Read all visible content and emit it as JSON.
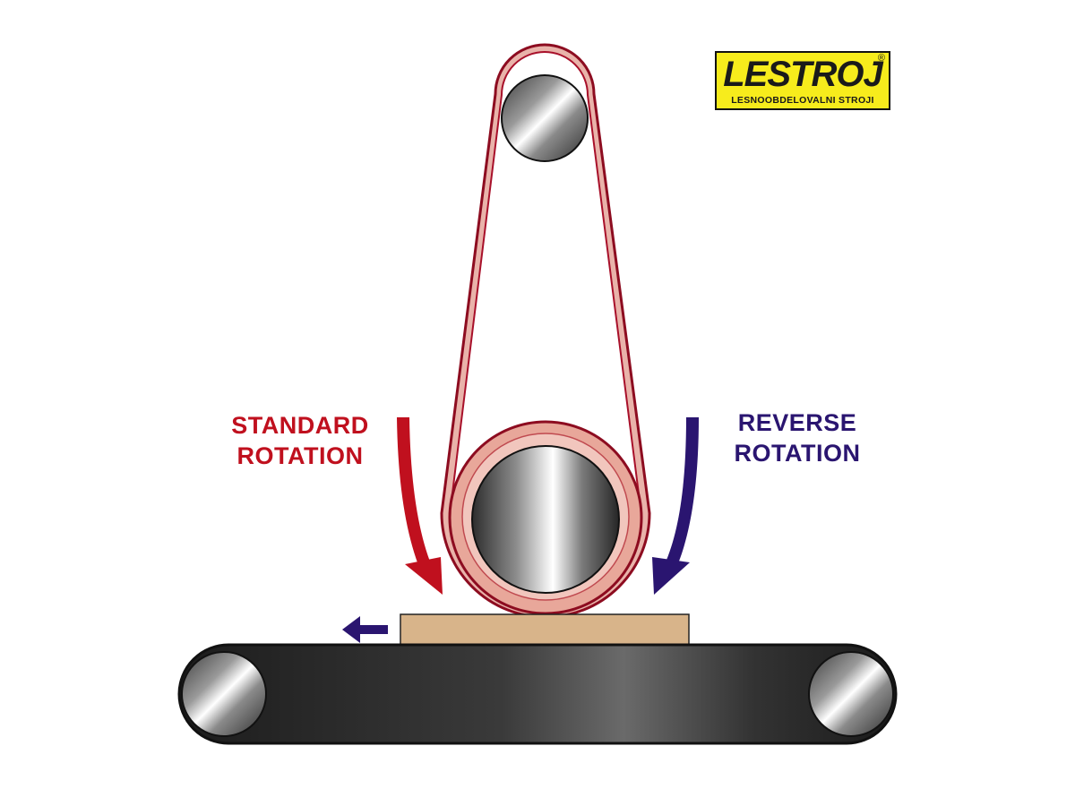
{
  "labels": {
    "standard": [
      "STANDARD",
      "ROTATION"
    ],
    "reverse": [
      "REVERSE",
      "ROTATION"
    ]
  },
  "logo": {
    "brand": "LESTROJ",
    "registered": "®",
    "tagline": "LESNOOBDELOVALNI STROJI",
    "background": "#f7ec1c"
  },
  "colors": {
    "standard": "#c0101e",
    "reverse": "#2a1570",
    "belt": "#a8102a",
    "contact_ring": "#e8a79a",
    "workpiece": "#d8b48a",
    "conveyor": "#2a2a2a"
  },
  "icons": {
    "standard_arrow": "curved-arrow-down-right-icon",
    "reverse_arrow": "curved-arrow-down-left-icon",
    "feed_arrow": "arrow-left-icon"
  }
}
